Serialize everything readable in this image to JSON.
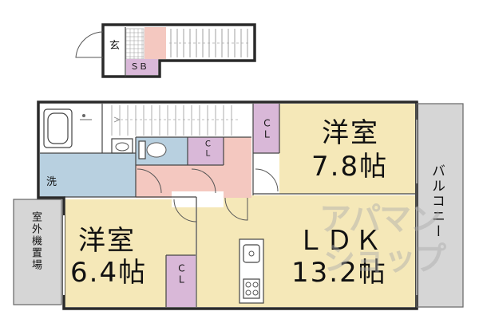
{
  "colors": {
    "bedroom": "#f5e8b8",
    "ldk": "#f5e8b8",
    "closet": "#d9b8d8",
    "hall": "#f4c8c0",
    "bath": "#b8d0e0",
    "stairs": "#ffffff",
    "balcony": "#d6d6d6",
    "wall": "#2a2a2a"
  },
  "entrance": {
    "genkan": "玄",
    "shoebox": "ＳＢ"
  },
  "rooms": {
    "western_room_1": {
      "name": "洋室",
      "size": "7.8帖"
    },
    "western_room_2": {
      "name": "洋室",
      "size": "6.4帖"
    },
    "ldk": {
      "name": "ＬＤＫ",
      "size": "13.2帖"
    },
    "washroom": "洗",
    "closet_1": "ＣＬ",
    "closet_2": "ＣＬ",
    "closet_3": "ＣＬ",
    "balcony": "バルコニー",
    "outdoor_unit": "室外機置場"
  },
  "watermark": [
    "アパマン",
    "ショップ"
  ]
}
